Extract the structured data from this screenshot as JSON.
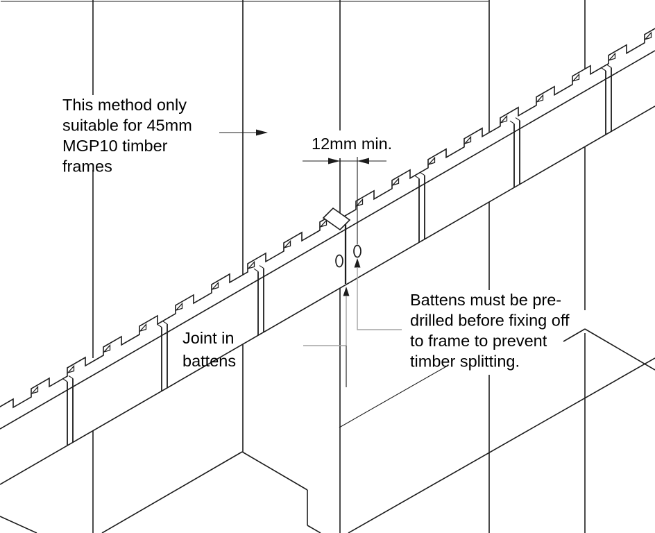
{
  "title": "Timber batten joint isometric detail",
  "colors": {
    "line": "#1c1c1c",
    "leader_gray": "#a3a3a3",
    "background": "#ffffff",
    "text": "#000000"
  },
  "annotations": {
    "method_note": {
      "lines": [
        "This method only",
        "suitable for 45mm",
        "MGP10 timber",
        "frames"
      ]
    },
    "dimension": {
      "label": "12mm min."
    },
    "joint_label": {
      "lines": [
        "Joint in",
        "battens"
      ]
    },
    "predrill_note": {
      "lines": [
        "Battens must be pre-",
        "drilled before fixing off",
        "to frame to prevent",
        "timber splitting."
      ]
    }
  }
}
